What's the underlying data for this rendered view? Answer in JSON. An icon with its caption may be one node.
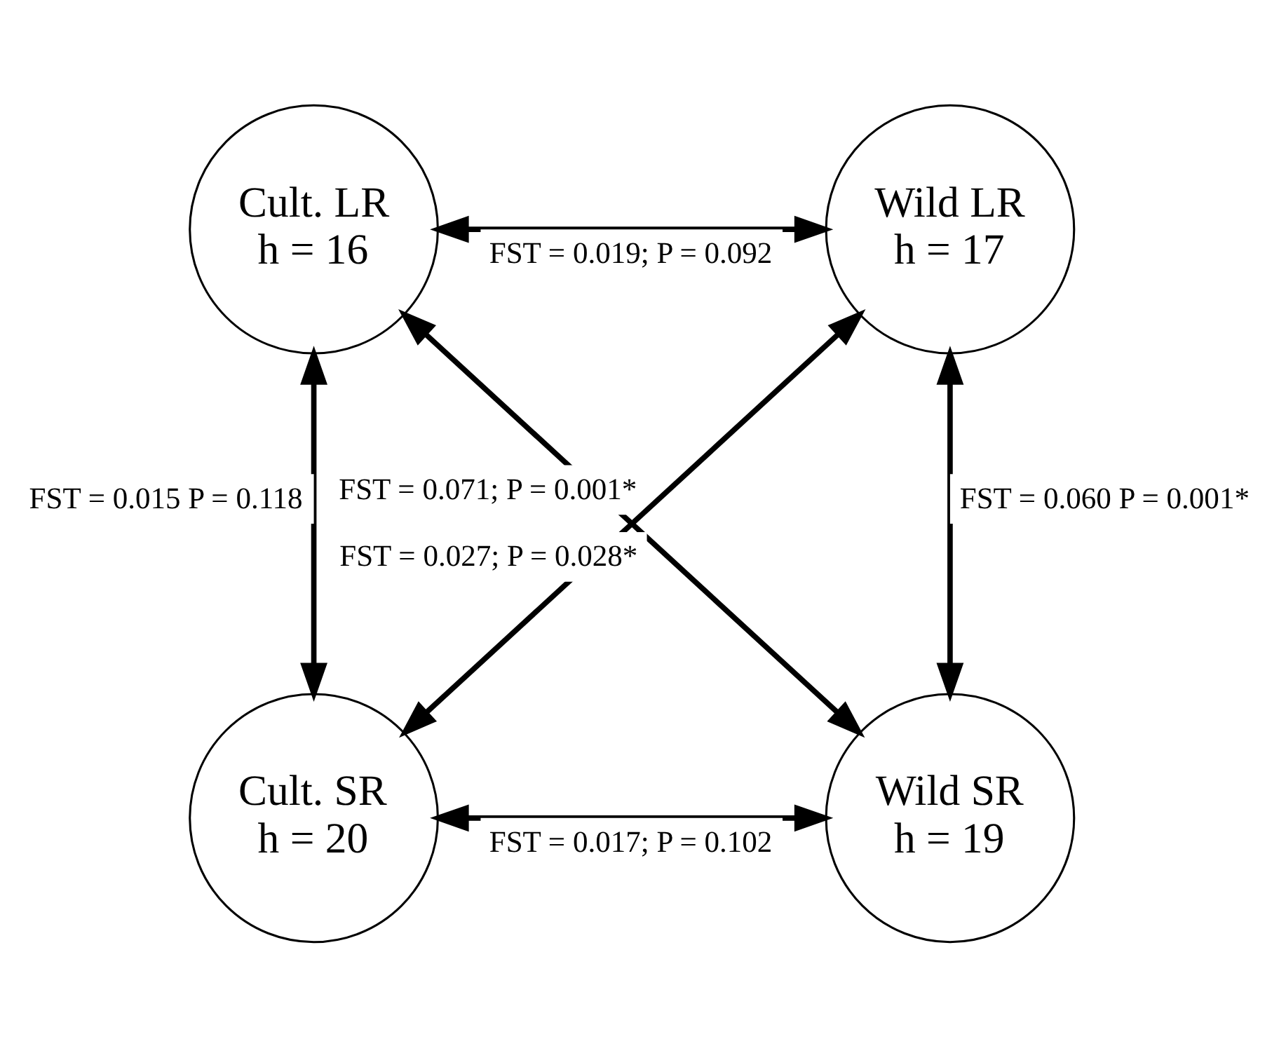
{
  "diagram": {
    "nodes": [
      {
        "text": [
          "Cult. LR",
          "h = 16"
        ]
      },
      {
        "text": [
          "Wild LR",
          "h = 17"
        ]
      },
      {
        "text": [
          "Cult. SR",
          "h = 20"
        ]
      },
      {
        "text": [
          "Wild SR",
          "h = 19"
        ]
      }
    ],
    "edges": [
      {
        "from": 0,
        "to": 1,
        "arrow": "both",
        "label": "FST = 0.019; P = 0.092"
      },
      {
        "from": 0,
        "to": 3,
        "arrow": "both",
        "label": "FST = 0.071; P = 0.001*"
      },
      {
        "from": 1,
        "to": 2,
        "arrow": "both",
        "label": "FST = 0.027; P = 0.028*"
      },
      {
        "from": 0,
        "to": 2,
        "arrow": "both",
        "label": "FST = 0.015 P = 0.118"
      },
      {
        "from": 1,
        "to": 3,
        "arrow": "both",
        "label": "FST = 0.060 P = 0.001*"
      },
      {
        "from": 2,
        "to": 3,
        "arrow": "both",
        "label": "FST = 0.017; P = 0.102"
      }
    ]
  }
}
